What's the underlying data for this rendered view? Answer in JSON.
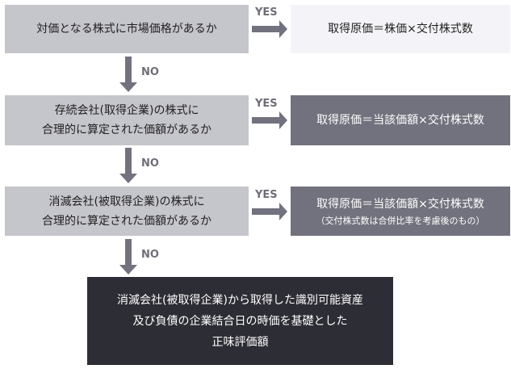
{
  "steps": [
    {
      "question": [
        "対価となる株式に市場価格があるか"
      ],
      "yes": "YES",
      "no": "NO",
      "result": [
        "取得原価＝株価×交付株式数"
      ]
    },
    {
      "question": [
        "存続会社(取得企業)の株式に",
        "合理的に算定された価額があるか"
      ],
      "yes": "YES",
      "no": "NO",
      "result": [
        "取得原価＝当該価額×交付株式数"
      ]
    },
    {
      "question": [
        "消滅会社(被取得企業)の株式に",
        "合理的に算定された価額があるか"
      ],
      "yes": "YES",
      "no": "NO",
      "result": [
        "取得原価＝当該価額×交付株式数"
      ],
      "result_note": "（交付株式数は合併比率を考慮後のもの）"
    }
  ],
  "final": [
    "消滅会社(被取得企業)から取得した識別可能資産",
    "及び負債の企業結合日の時価を基礎とした",
    "正味評価額"
  ],
  "colors": {
    "question": "#c5c5cc",
    "result_light": "#f4f4f8",
    "result_dark": "#72727e",
    "final": "#2d2d35",
    "arrow": "#72727e"
  }
}
